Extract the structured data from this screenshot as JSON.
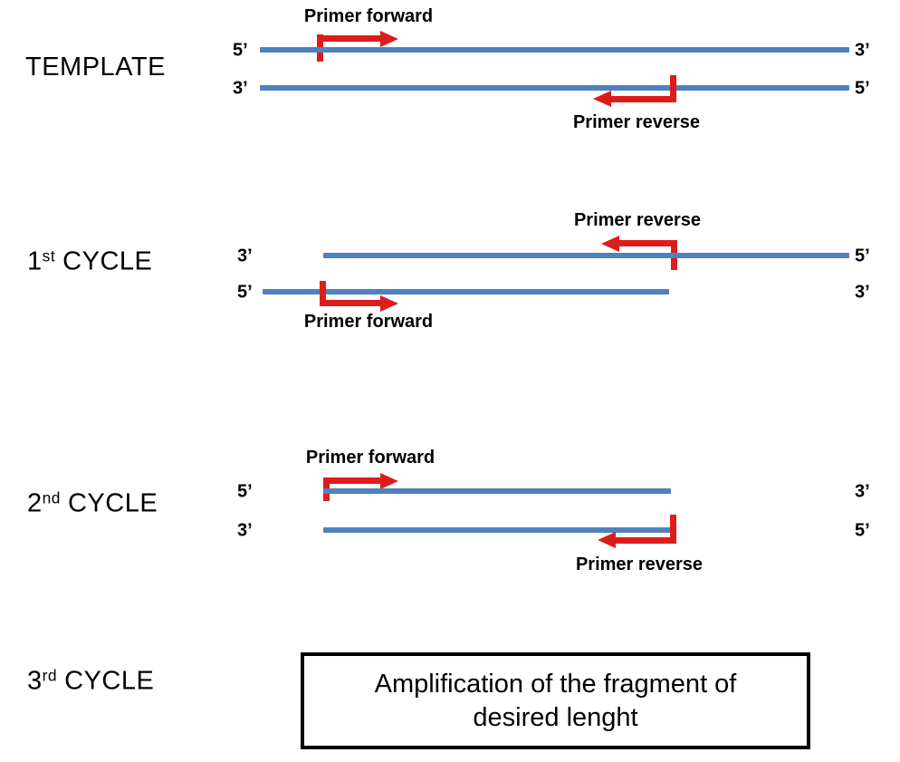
{
  "colors": {
    "strand_blue": "#4f81bd",
    "primer_red": "#dd1c1c",
    "text_black": "#000000"
  },
  "sections": {
    "template": {
      "label": "TEMPLATE",
      "top_strand": {
        "left_end": "5’",
        "right_end": "3’"
      },
      "bottom_strand": {
        "left_end": "3’",
        "right_end": "5’"
      },
      "primer_forward_label": "Primer forward",
      "primer_reverse_label": "Primer reverse"
    },
    "cycle1": {
      "label_number": "1",
      "label_ordinal": "st",
      "label_word": "CYCLE",
      "top_strand": {
        "left_end": "3’",
        "right_end": "5’"
      },
      "bottom_strand": {
        "left_end": "5’",
        "right_end": "3’"
      },
      "primer_forward_label": "Primer forward",
      "primer_reverse_label": "Primer reverse"
    },
    "cycle2": {
      "label_number": "2",
      "label_ordinal": "nd",
      "label_word": "CYCLE",
      "top_strand": {
        "left_end": "5’",
        "right_end": "3’"
      },
      "bottom_strand": {
        "left_end": "3’",
        "right_end": "5’"
      },
      "primer_forward_label": "Primer forward",
      "primer_reverse_label": "Primer reverse"
    },
    "cycle3": {
      "label_number": "3",
      "label_ordinal": "rd",
      "label_word": "CYCLE",
      "result_box_lines": {
        "0": "Amplification of the fragment of",
        "1": "desired lenght"
      }
    }
  }
}
